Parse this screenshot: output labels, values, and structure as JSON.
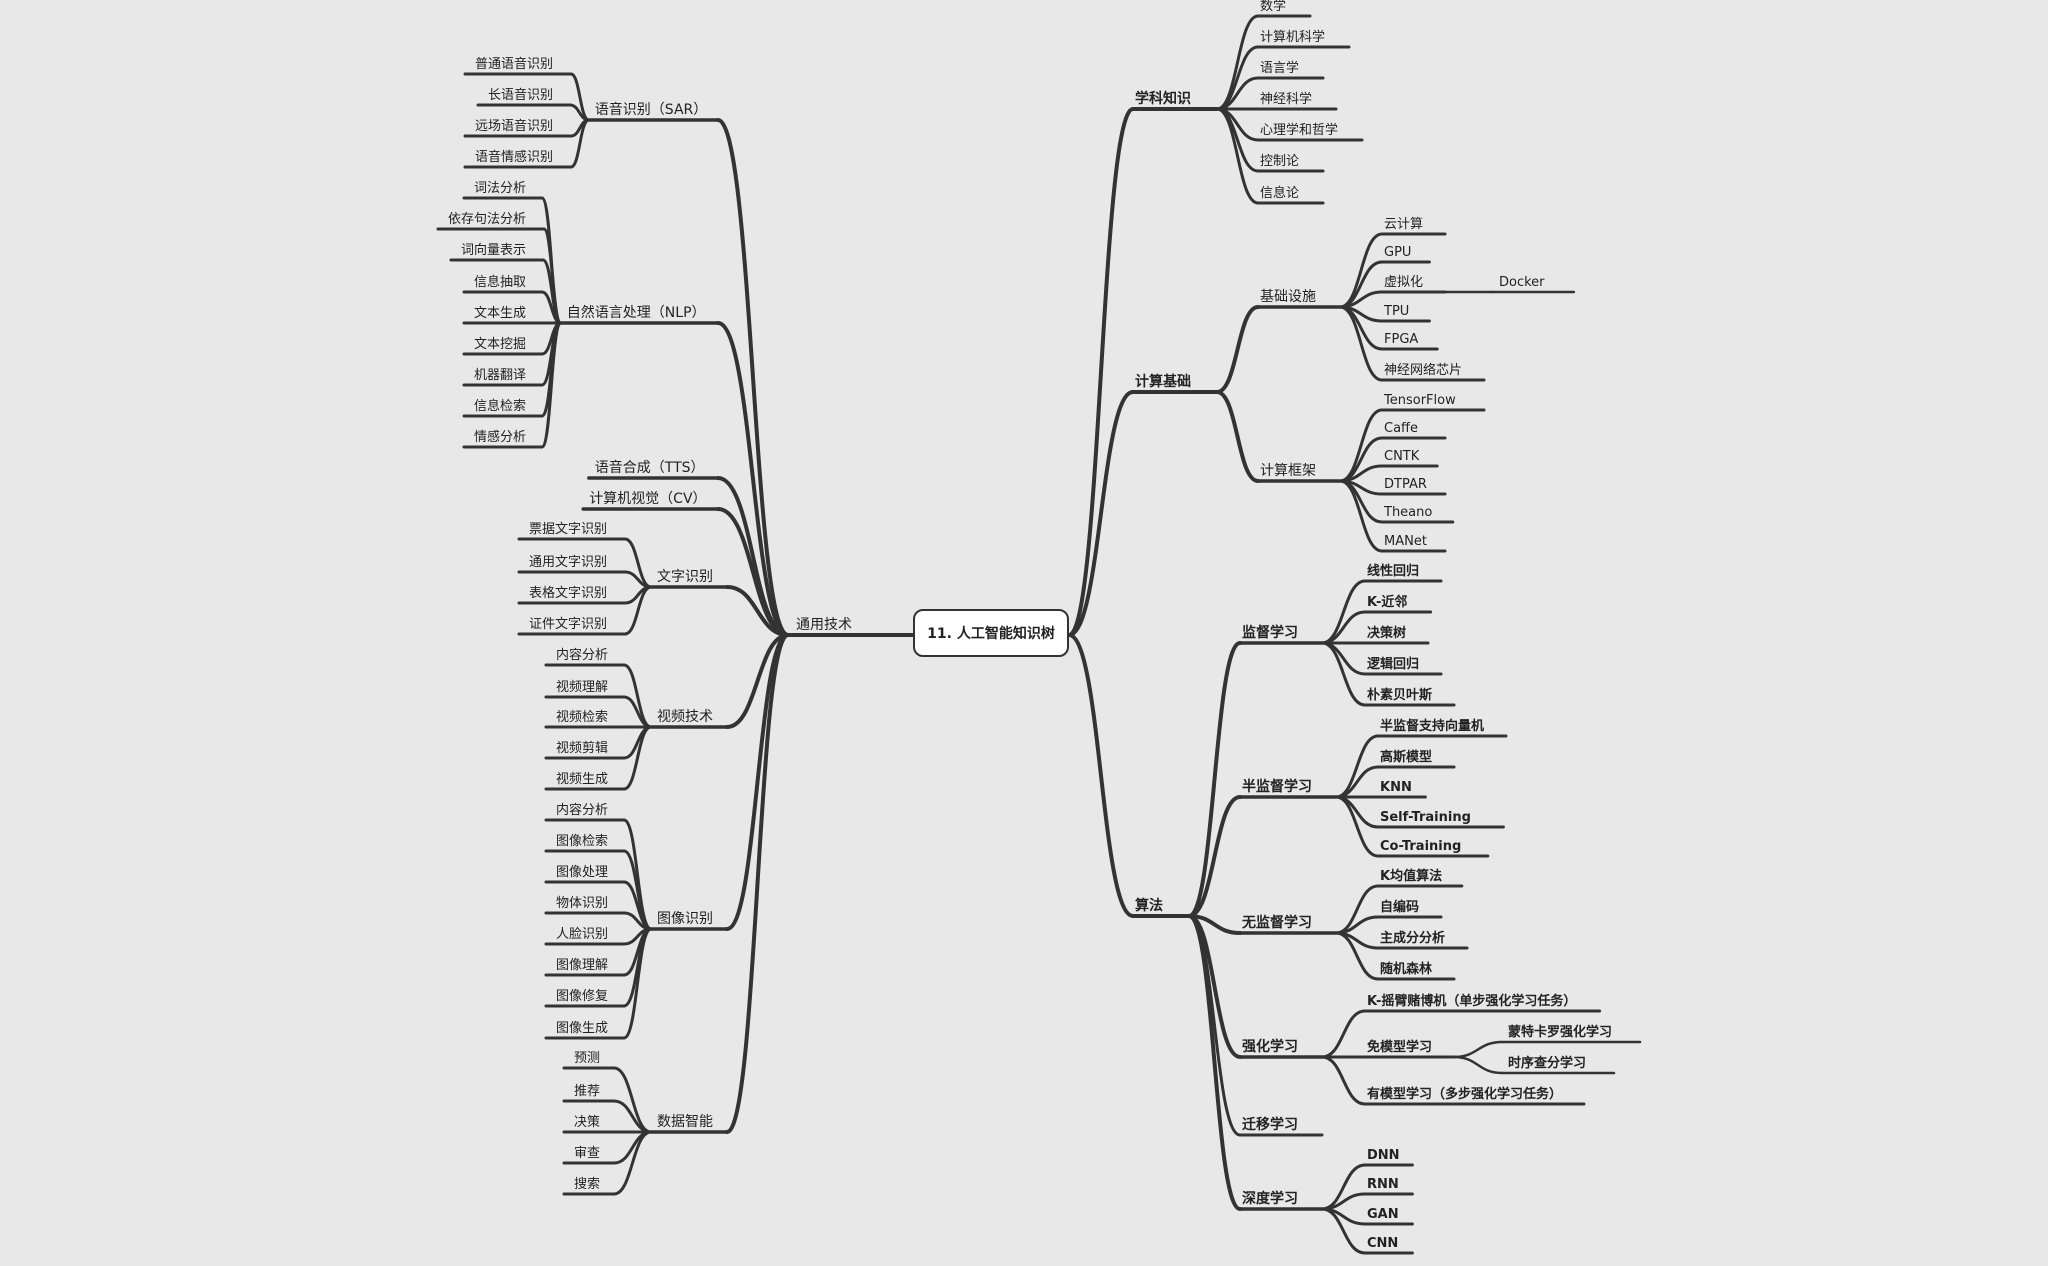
{
  "root": "11. 人工智能知识树",
  "left": [
    {
      "label": "通用技术",
      "children": [
        {
          "label": "语音识别（SAR）",
          "children": [
            {
              "label": "普通语音识别"
            },
            {
              "label": "长语音识别"
            },
            {
              "label": "远场语音识别"
            },
            {
              "label": "语音情感识别"
            }
          ]
        },
        {
          "label": "自然语言处理（NLP）",
          "children": [
            {
              "label": "词法分析"
            },
            {
              "label": "依存句法分析"
            },
            {
              "label": "词向量表示"
            },
            {
              "label": "信息抽取"
            },
            {
              "label": "文本生成"
            },
            {
              "label": "文本挖掘"
            },
            {
              "label": "机器翻译"
            },
            {
              "label": "信息检索"
            },
            {
              "label": "情感分析"
            }
          ]
        },
        {
          "label": "语音合成（TTS）"
        },
        {
          "label": "计算机视觉（CV）"
        },
        {
          "label": "文字识别",
          "children": [
            {
              "label": "票据文字识别"
            },
            {
              "label": "通用文字识别"
            },
            {
              "label": "表格文字识别"
            },
            {
              "label": "证件文字识别"
            }
          ]
        },
        {
          "label": "视频技术",
          "children": [
            {
              "label": "内容分析"
            },
            {
              "label": "视频理解"
            },
            {
              "label": "视频检索"
            },
            {
              "label": "视频剪辑"
            },
            {
              "label": "视频生成"
            }
          ]
        },
        {
          "label": "图像识别",
          "children": [
            {
              "label": "内容分析"
            },
            {
              "label": "图像检索"
            },
            {
              "label": "图像处理"
            },
            {
              "label": "物体识别"
            },
            {
              "label": "人脸识别"
            },
            {
              "label": "图像理解"
            },
            {
              "label": "图像修复"
            },
            {
              "label": "图像生成"
            }
          ]
        },
        {
          "label": "数据智能",
          "children": [
            {
              "label": "预测"
            },
            {
              "label": "推荐"
            },
            {
              "label": "决策"
            },
            {
              "label": "审查"
            },
            {
              "label": "搜索"
            }
          ]
        }
      ]
    }
  ],
  "right": [
    {
      "label": "学科知识",
      "children": [
        {
          "label": "数学"
        },
        {
          "label": "计算机科学"
        },
        {
          "label": "语言学"
        },
        {
          "label": "神经科学"
        },
        {
          "label": "心理学和哲学"
        },
        {
          "label": "控制论"
        },
        {
          "label": "信息论"
        }
      ]
    },
    {
      "label": "计算基础",
      "children": [
        {
          "label": "基础设施",
          "children": [
            {
              "label": "云计算"
            },
            {
              "label": "GPU"
            },
            {
              "label": "虚拟化",
              "children": [
                {
                  "label": "Docker"
                }
              ]
            },
            {
              "label": "TPU"
            },
            {
              "label": "FPGA"
            },
            {
              "label": "神经网络芯片"
            }
          ]
        },
        {
          "label": "计算框架",
          "children": [
            {
              "label": "TensorFlow"
            },
            {
              "label": "Caffe"
            },
            {
              "label": "CNTK"
            },
            {
              "label": "DTPAR"
            },
            {
              "label": "Theano"
            },
            {
              "label": "MANet"
            }
          ]
        }
      ]
    },
    {
      "label": "算法",
      "children": [
        {
          "label": "监督学习",
          "children": [
            {
              "label": "线性回归"
            },
            {
              "label": "K-近邻"
            },
            {
              "label": "决策树"
            },
            {
              "label": "逻辑回归"
            },
            {
              "label": "朴素贝叶斯"
            }
          ]
        },
        {
          "label": "半监督学习",
          "children": [
            {
              "label": "半监督支持向量机"
            },
            {
              "label": "高斯模型"
            },
            {
              "label": "KNN"
            },
            {
              "label": "Self-Training"
            },
            {
              "label": "Co-Training"
            }
          ]
        },
        {
          "label": "无监督学习",
          "children": [
            {
              "label": "K均值算法"
            },
            {
              "label": "自编码"
            },
            {
              "label": "主成分分析"
            },
            {
              "label": "随机森林"
            }
          ]
        },
        {
          "label": "强化学习",
          "children": [
            {
              "label": "K-摇臂赌博机（单步强化学习任务）"
            },
            {
              "label": "免模型学习",
              "children": [
                {
                  "label": "蒙特卡罗强化学习"
                },
                {
                  "label": "时序查分学习"
                }
              ]
            },
            {
              "label": "有模型学习（多步强化学习任务）"
            }
          ]
        },
        {
          "label": "迁移学习"
        },
        {
          "label": "深度学习",
          "children": [
            {
              "label": "DNN"
            },
            {
              "label": "RNN"
            },
            {
              "label": "GAN"
            },
            {
              "label": "CNN"
            }
          ]
        }
      ]
    }
  ],
  "colors": {
    "background": "#e8e8e8",
    "line": "#333333",
    "text": "#222222",
    "root_fill": "#ffffff"
  }
}
